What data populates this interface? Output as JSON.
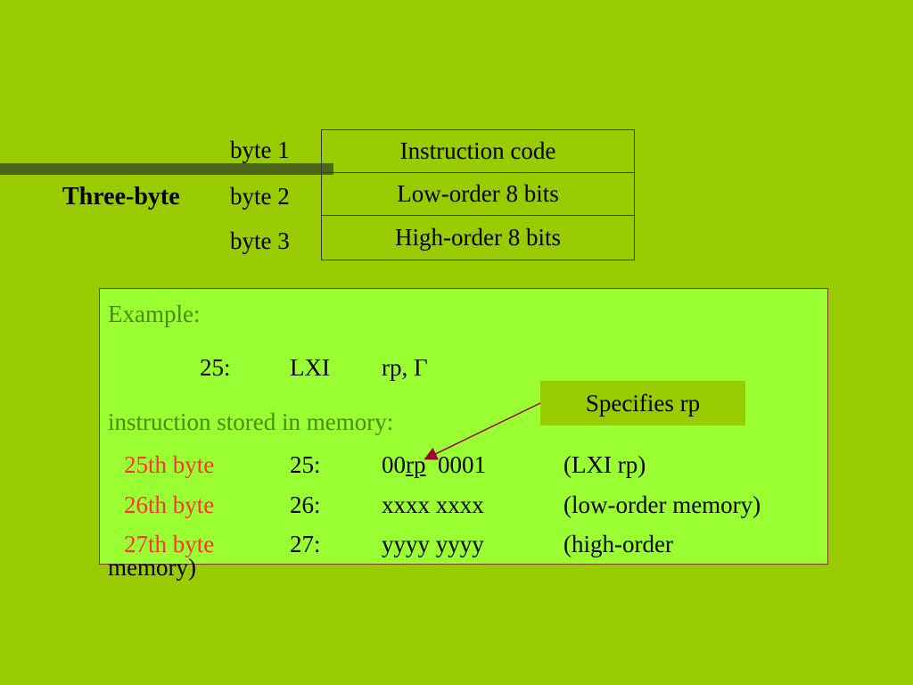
{
  "left_label": "Three-byte",
  "bytes": [
    {
      "label": "byte 1",
      "field": "Instruction code"
    },
    {
      "label": "byte 2",
      "field": "Low-order 8 bits"
    },
    {
      "label": "byte 3",
      "field": "High-order 8 bits"
    }
  ],
  "example": {
    "heading": "Example:",
    "instruction": {
      "addr": "25:",
      "mnemonic": "LXI",
      "operands": "rp, Γ"
    },
    "stored_heading": "instruction stored in memory:",
    "rows": [
      {
        "byte": "25th byte",
        "addr": "25:",
        "code_prefix": "00",
        "code_underlined": "rp",
        "code_suffix": "0001",
        "desc": "(LXI  rp)"
      },
      {
        "byte": "26th byte",
        "addr": "26:",
        "code_prefix": "xxxx  xxxx",
        "code_underlined": "",
        "code_suffix": "",
        "desc": "(low-order memory)"
      },
      {
        "byte": "27th byte",
        "addr": "27:",
        "code_prefix": "yyyy  yyyy",
        "code_underlined": "",
        "code_suffix": "",
        "desc": "(high-order"
      }
    ],
    "wrap_text": "memory)"
  },
  "callout": "Specifies rp",
  "colors": {
    "background": "#99cc00",
    "example_box": "#99ff33",
    "green_text": "#4d8a00",
    "red_text": "#ff3333",
    "deco_bar": "#4d6619",
    "arrow": "#990033"
  }
}
